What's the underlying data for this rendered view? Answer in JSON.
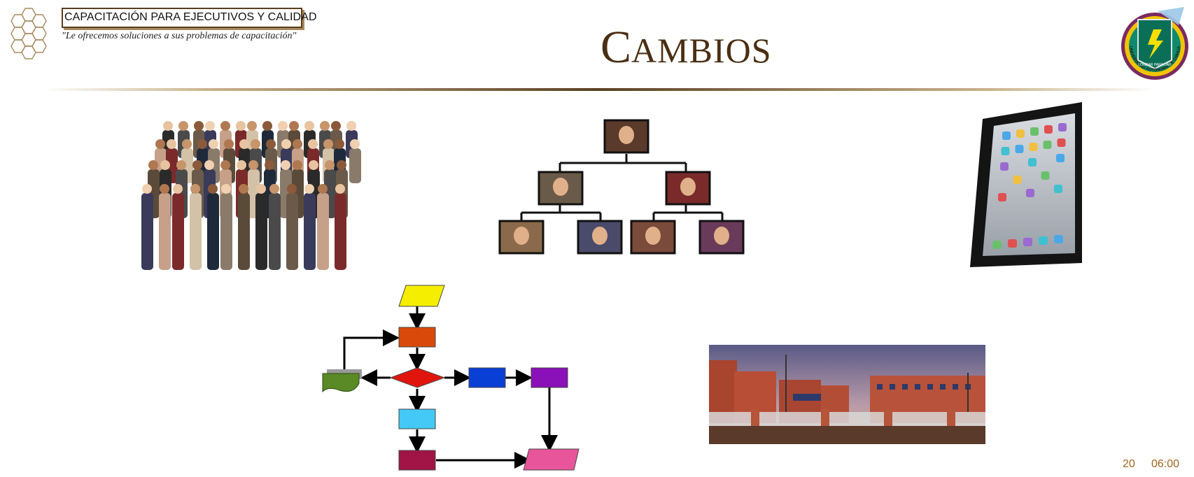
{
  "header": {
    "company_name": "CAPACITACIÓN PARA EJECUTIVOS Y CALIDAD",
    "tagline": "\"Le ofrecemos soluciones a sus problemas de capacitación\"",
    "slide_title": "Cambios",
    "logo_right_text": "LOGRAR PARA DAR",
    "logo_right_ring": "UNIVERSIDAD AUTÓNOMA DE CHIHUAHUA"
  },
  "footer": {
    "page_number": "20",
    "time": "06:00"
  },
  "colors": {
    "title": "#4a2f13",
    "footer": "#a0651e",
    "accent_gold": "#c8b28a",
    "flow_yellow": "#f5ee00",
    "flow_orange": "#d94a0a",
    "flow_red": "#e0160e",
    "flow_blue": "#0a3fd6",
    "flow_purple": "#8a10b8",
    "flow_cyan": "#44c8f5",
    "flow_crimson": "#a01446",
    "flow_pink": "#e9559a",
    "flow_green": "#5a8a26"
  },
  "images": {
    "crowd": "group-of-people-photo",
    "org_chart": "org-chart-photo",
    "tablet": "tablet-device-photo",
    "flowchart": "flowchart-diagram",
    "building": "university-building-photo"
  }
}
